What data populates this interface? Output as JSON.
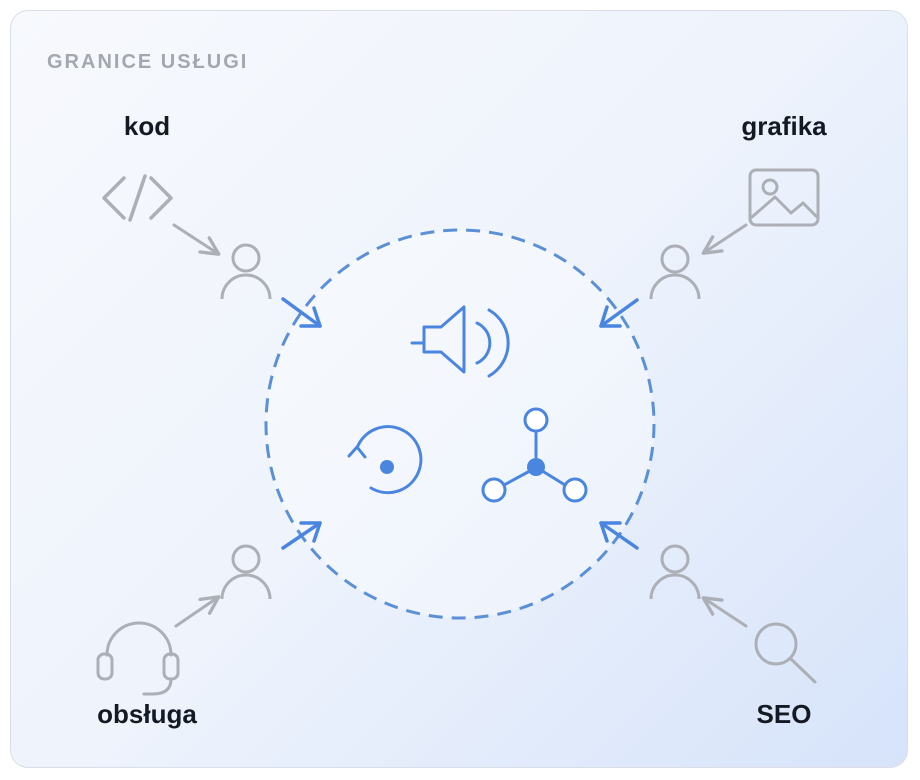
{
  "header": {
    "title": "GRANICE USŁUGI"
  },
  "contributors": [
    {
      "id": "code",
      "label": "kod",
      "icon": "code-icon"
    },
    {
      "id": "graphics",
      "label": "grafika",
      "icon": "image-icon"
    },
    {
      "id": "support",
      "label": "obsługa",
      "icon": "headset-icon"
    },
    {
      "id": "seo",
      "label": "SEO",
      "icon": "magnifier-icon"
    }
  ],
  "center": {
    "icons": [
      "speaker-icon",
      "refresh-target-icon",
      "network-icon"
    ]
  },
  "colors": {
    "accent": "#4a86e0",
    "boundary": "#5b8fd6",
    "muted": "#acb0b6",
    "text": "#141a24",
    "title": "#a3a8b0"
  }
}
